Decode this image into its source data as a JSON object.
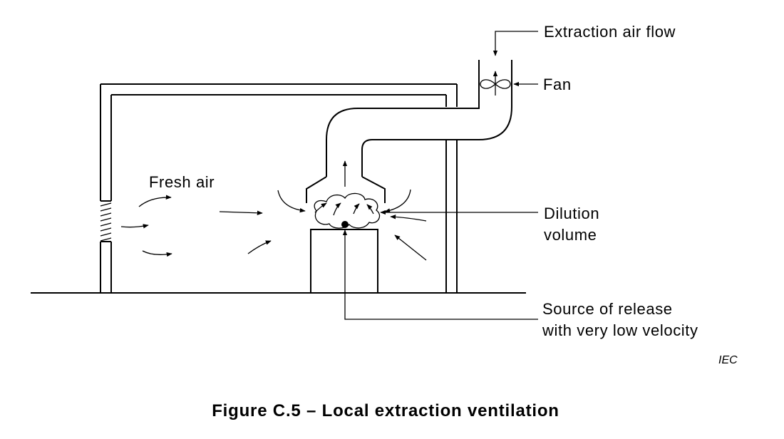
{
  "labels": {
    "extraction_air_flow": "Extraction air flow",
    "fan": "Fan",
    "fresh_air": "Fresh air",
    "dilution_volume_line1": "Dilution",
    "dilution_volume_line2": "volume",
    "source_line1": "Source of release",
    "source_line2": "with very low velocity"
  },
  "credit": "IEC",
  "caption": "Figure C.5 – Local extraction ventilation"
}
